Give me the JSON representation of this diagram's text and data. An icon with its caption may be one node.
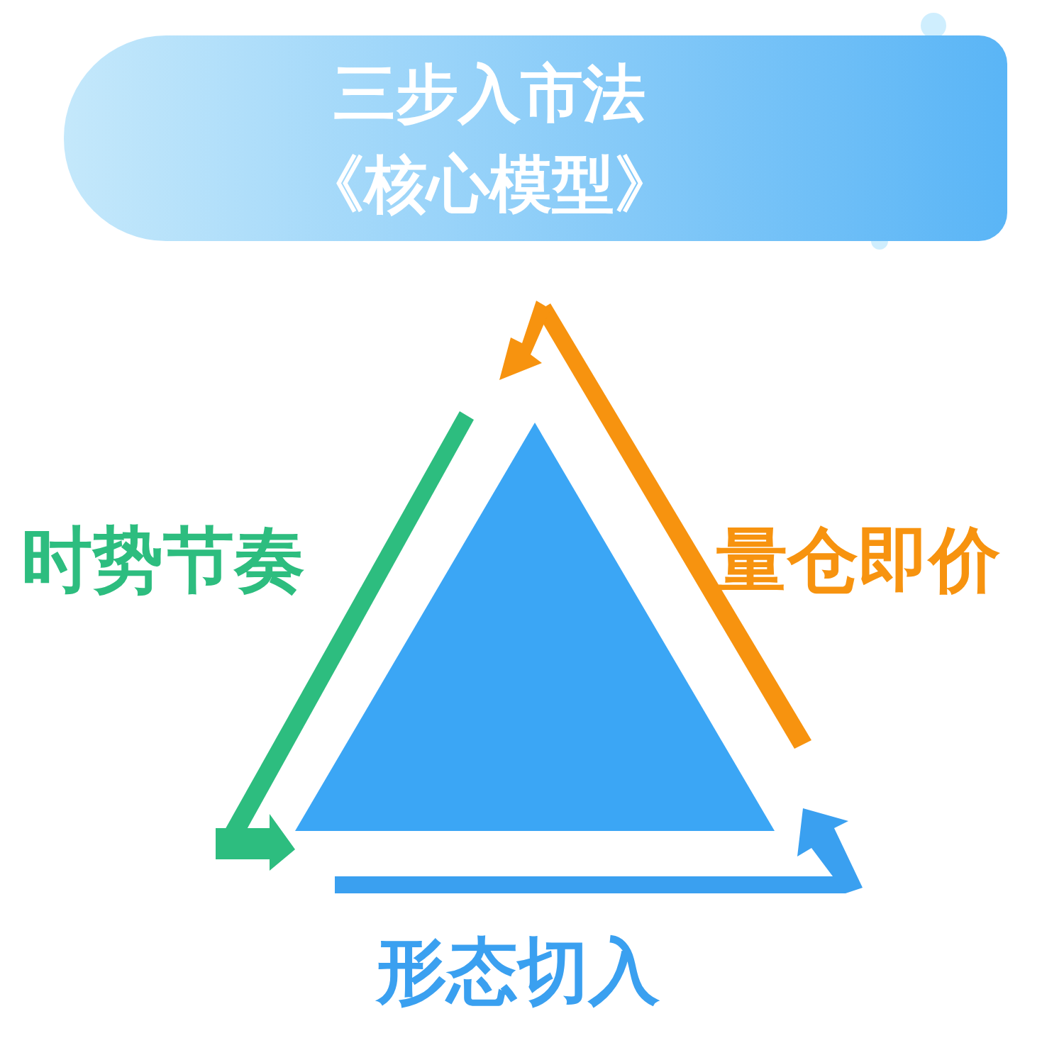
{
  "diagram": {
    "nodes": [
      {
        "text": [
          "三步入市法",
          "《核心模型》"
        ]
      },
      {
        "text": [],
        "shape": "triangle"
      }
    ],
    "labels": [
      "时势节奏",
      "量仓即价",
      "形态切入"
    ]
  }
}
